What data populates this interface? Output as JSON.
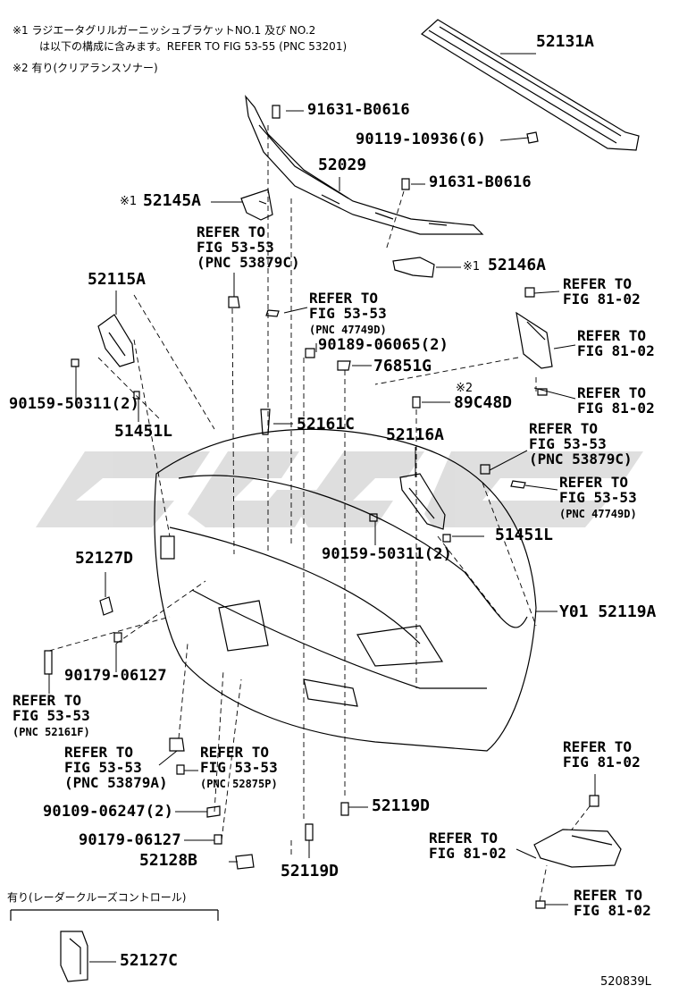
{
  "notes": {
    "note1_line1": "※1 ラジエータグリルガーニッシュブラケットNO.1 及び NO.2",
    "note1_line2": "は以下の構成に含みます。REFER TO FIG 53-55 (PNC 53201)",
    "note2": "※2 有り(クリアランスソナー)"
  },
  "marks": {
    "m1": "※1",
    "m2": "※2"
  },
  "parts": {
    "p52131A": "52131A",
    "p91631_top": "91631-B0616",
    "p90119": "90119-10936(6)",
    "p52029": "52029",
    "p91631_mid": "91631-B0616",
    "p52145A": "52145A",
    "p52146A": "52146A",
    "p52115A": "52115A",
    "p90189": "90189-06065(2)",
    "p76851G": "76851G",
    "p89C48D": "89C48D",
    "p90159_left": "90159-50311(2)",
    "p51451L_left": "51451L",
    "p52161C": "52161C",
    "p52116A": "52116A",
    "p51451L_right": "51451L",
    "p90159_right": "90159-50311(2)",
    "p52127D": "52127D",
    "pY01": "Y01 52119A",
    "p90179_a": "90179-06127",
    "p90109": "90109-06247(2)",
    "p52119D_right": "52119D",
    "p90179_b": "90179-06127",
    "p52128B": "52128B",
    "p52119D_bottom": "52119D",
    "p52127C": "52127C"
  },
  "refs": {
    "r53879C_top": [
      "REFER TO",
      "FIG 53-53",
      "(PNC 53879C)"
    ],
    "r47749D_top": [
      "REFER TO",
      "FIG 53-53",
      "(PNC 47749D)"
    ],
    "r81_a": [
      "REFER TO",
      "FIG 81-02"
    ],
    "r81_b": [
      "REFER TO",
      "FIG 81-02"
    ],
    "r81_c": [
      "REFER TO",
      "FIG 81-02"
    ],
    "r53879C_right": [
      "REFER TO",
      "FIG 53-53",
      "(PNC 53879C)"
    ],
    "r47749D_right": [
      "REFER TO",
      "FIG 53-53",
      "(PNC 47749D)"
    ],
    "r52161F": [
      "REFER TO",
      "FIG 53-53",
      "(PNC 52161F)"
    ],
    "r53879A": [
      "REFER TO",
      "FIG 53-53",
      "(PNC 53879A)"
    ],
    "r52875P": [
      "REFER TO",
      "FIG 53-53",
      "(PNC 52875P)"
    ],
    "r81_d": [
      "REFER TO",
      "FIG 81-02"
    ],
    "r81_e": [
      "REFER TO",
      "FIG 81-02"
    ],
    "r81_f": [
      "REFER TO",
      "FIG 81-02"
    ]
  },
  "option_box": {
    "title": "有り(レーダークルーズコントロール)"
  },
  "figure_id": "520839L",
  "colors": {
    "ink": "#000000",
    "watermark": "#d9d9d9"
  }
}
